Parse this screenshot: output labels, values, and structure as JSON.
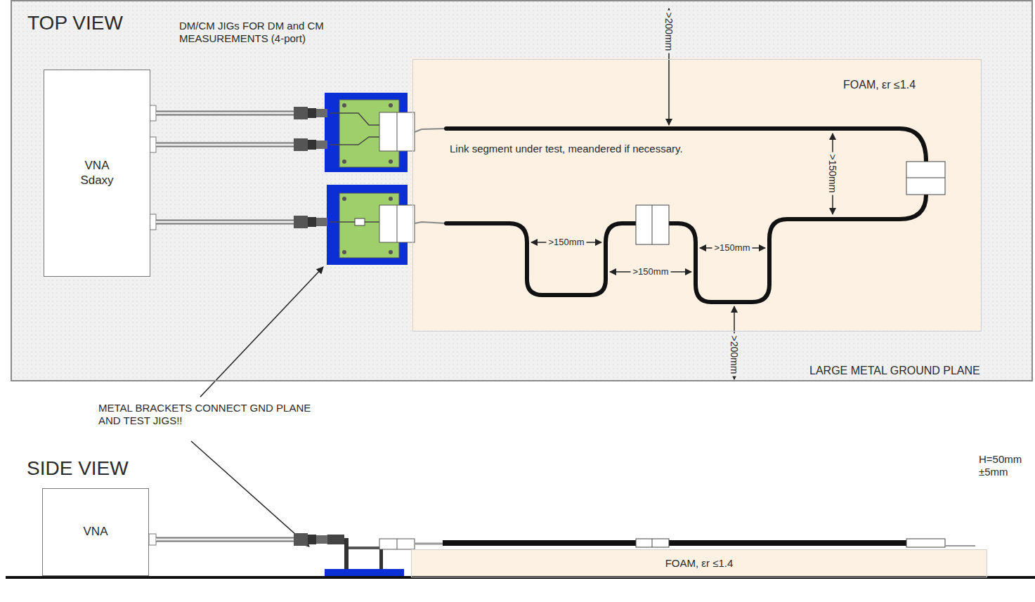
{
  "diagram": {
    "nodes": [
      {
        "text": [
          "TOP VIEW",
          "LARGE METAL GROUND PLANE"
        ]
      },
      {
        "text": [
          "VNA Sdaxy"
        ],
        "in": 0
      },
      {
        "text": [
          "FOAM, εr ≤1.4"
        ],
        "in": 0
      },
      {
        "text": [
          "VNA"
        ]
      },
      {
        "text": [
          "FOAM, εr ≤1.4"
        ]
      }
    ],
    "labels": [
      "DM/CM JIGs FOR DM and CM MEASUREMENTS (4-port)",
      ">200mm",
      ">200mm",
      "Link segment under test, meandered if necessary.",
      ">150mm",
      ">150mm",
      ">150mm",
      ">150mm",
      "METAL BRACKETS CONNECT GND PLANE AND TEST JIGS!!",
      "SIDE VIEW",
      "H=50mm ±5mm"
    ]
  }
}
